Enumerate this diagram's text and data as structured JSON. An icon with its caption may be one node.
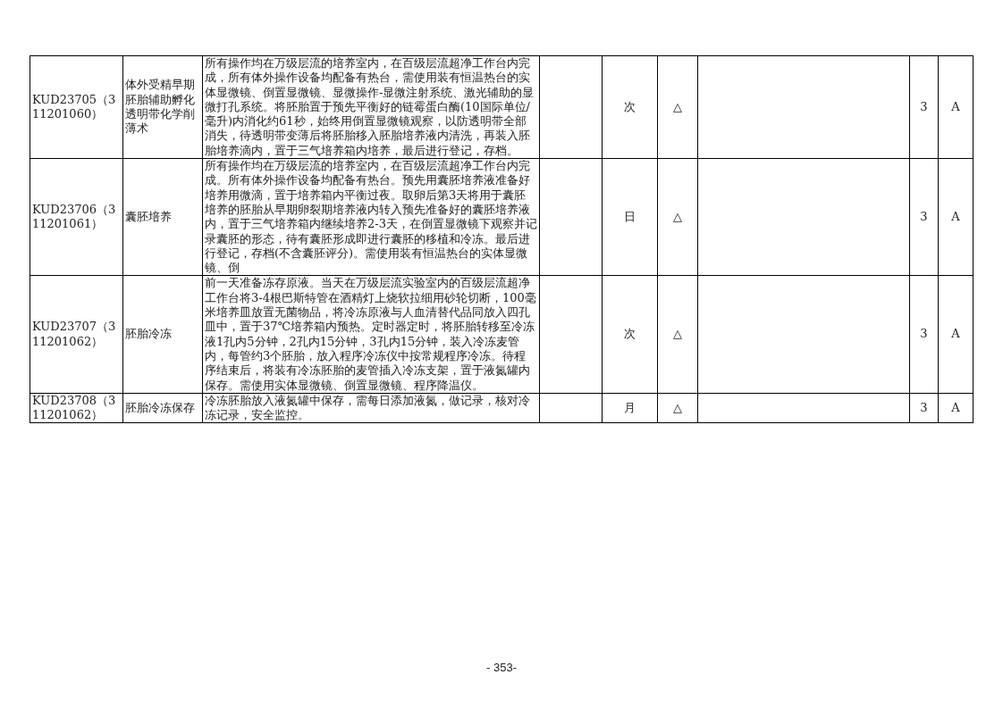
{
  "diagram": {
    "labels": [
      "KUD23705（311201060）",
      "体外受精早期胚胎辅助孵化透明带化学削薄术",
      "所有操作均在万级层流的培养室内，在百级层流超净工作台内完成，所有体外操作设备均配备有热台，需使用装有恒温热台的实体显微镜、倒置显微镜、显微操作-显微注射系统、激光辅助的显微打孔系统。将胚胎置于预先平衡好的链霉蛋白酶(10国际单位/毫升)内消化约61秒，始终用倒置显微镜观察，以防透明带全部消失，待透明带变薄后将胚胎移入胚胎培养液内清洗，再装入胚胎培养滴内，置于三气培养箱内培养，最后进行登记，存档。",
      "次",
      "△",
      "3",
      "A",
      "KUD23706（311201061）",
      "囊胚培养",
      "所有操作均在万级层流的培养室内，在百级层流超净工作台内完成。所有体外操作设备均配备有热台。预先用囊胚培养液准备好培养用微滴，置于培养箱内平衡过夜。取卵后第3天将用于囊胚培养的胚胎从早期卵裂期培养液内转入预先准备好的囊胚培养液内，置于三气培养箱内继续培养2-3天，在倒置显微镜下观察并记录囊胚的形态，待有囊胚形成即进行囊胚的移植和冷冻。最后进行登记，存档(不含囊胚评分)。需使用装有恒温热台的实体显微镜、倒",
      "日",
      "△",
      "3",
      "A",
      "KUD23707（311201062）",
      "胚胎冷冻",
      "前一天准备冻存原液。当天在万级层流实验室内的百级层流超净工作台将3-4根巴斯特管在酒精灯上烧软拉细用砂轮切断，100毫米培养皿放置无菌物品，将冷冻原液与人血清替代品同放入四孔皿中，置于37℃培养箱内预热。定时器定时，将胚胎转移至冷冻液1孔内5分钟，2孔内15分钟，3孔内15分钟，装入冷冻麦管内，每管约3个胚胎，放入程序冷冻仪中按常规程序冷冻。待程序结束后，将装有冷冻胚胎的麦管插入冷冻支架，置于液氮罐内保存。需使用实体显微镜、倒置显微镜、程序降温仪。",
      "次",
      "△",
      "3",
      "A",
      "KUD23708（311201062）",
      "胚胎冷冻保存",
      "冷冻胚胎放入液氮罐中保存，需每日添加液氮，做记录，核对冷冻记录，安全监控。",
      "月",
      "△",
      "3",
      "A",
      "- 353-"
    ]
  }
}
